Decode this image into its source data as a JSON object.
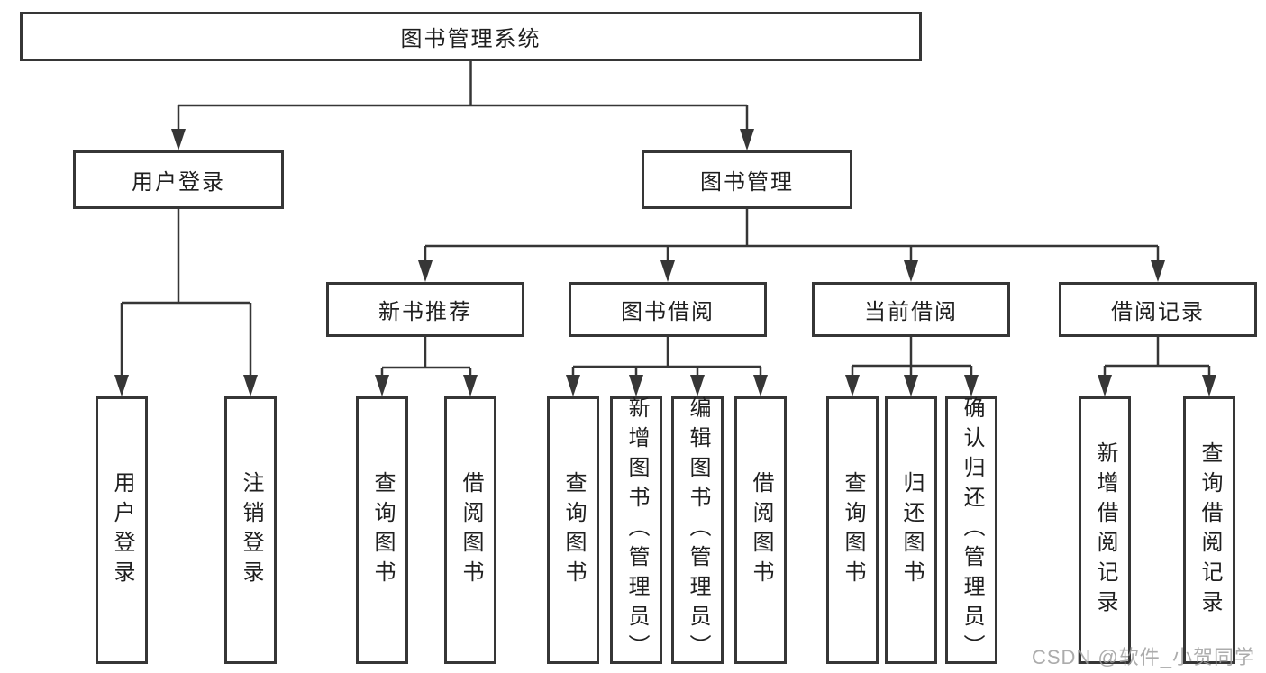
{
  "diagram_title": "图书管理系统",
  "tree": {
    "label": "图书管理系统",
    "children": [
      {
        "label": "用户登录",
        "children": [
          {
            "label": "用户登录"
          },
          {
            "label": "注销登录"
          }
        ]
      },
      {
        "label": "图书管理",
        "children": [
          {
            "label": "新书推荐",
            "children": [
              {
                "label": "查询图书"
              },
              {
                "label": "借阅图书"
              }
            ]
          },
          {
            "label": "图书借阅",
            "children": [
              {
                "label": "查询图书"
              },
              {
                "label": "新增图书（管理员）"
              },
              {
                "label": "编辑图书（管理员）"
              },
              {
                "label": "借阅图书"
              }
            ]
          },
          {
            "label": "当前借阅",
            "children": [
              {
                "label": "查询图书"
              },
              {
                "label": "归还图书"
              },
              {
                "label": "确认归还（管理员）"
              }
            ]
          },
          {
            "label": "借阅记录",
            "children": [
              {
                "label": "新增借阅记录"
              },
              {
                "label": "查询借阅记录"
              }
            ]
          }
        ]
      }
    ]
  },
  "watermark": {
    "text": "CSDN @软件_小贺同学"
  },
  "colors": {
    "line": "#363636",
    "box_border": "#363636",
    "box_fill": "#ffffff",
    "text": "#1f1f1f",
    "watermark": "#9e9e9e"
  }
}
